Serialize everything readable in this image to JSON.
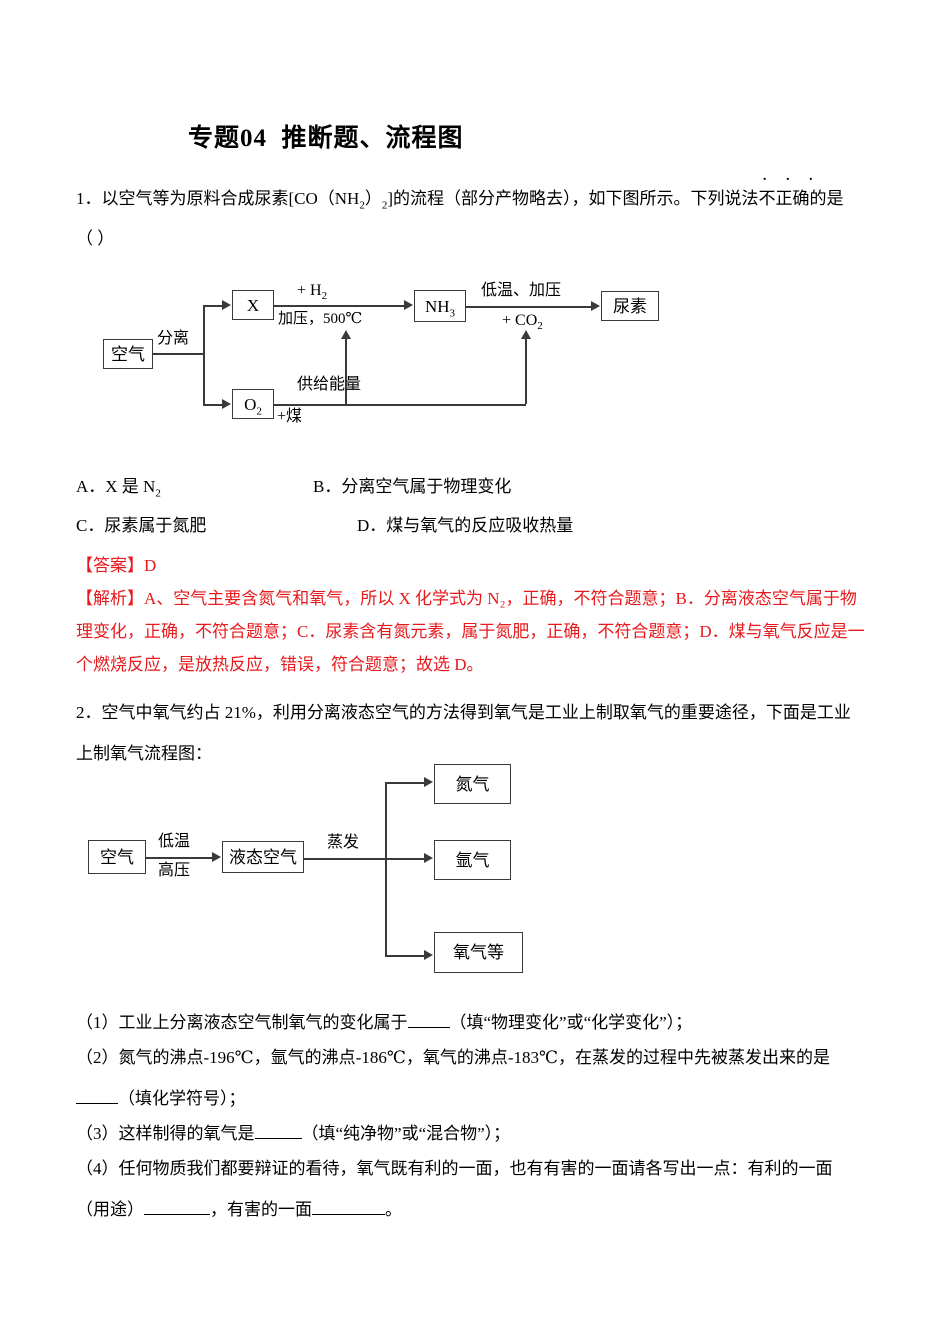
{
  "document": {
    "title": "专题04  推断题、流程图"
  },
  "question1": {
    "number": "1．",
    "line1_a": "以空气等为原料合成尿素[CO（NH",
    "line1_sub1": "2",
    "line1_b": "）",
    "line1_sub2": "2",
    "line1_c": "]的流程（部分产物略去），如下图所示。下列说法",
    "line1_emph": "不正确",
    "line1_d": "的是",
    "line2": "（    ）",
    "options": [
      {
        "key": "A．",
        "text_a": "X 是 N",
        "sub": "2",
        "text_b": ""
      },
      {
        "key": "B．",
        "text_a": "分离空气属于物理变化",
        "sub": "",
        "text_b": ""
      },
      {
        "key": "C．",
        "text_a": "尿素属于氮肥",
        "sub": "",
        "text_b": ""
      },
      {
        "key": "D．",
        "text_a": "煤与氧气的反应吸收热量",
        "sub": "",
        "text_b": ""
      }
    ],
    "answer_label": "【答案】",
    "answer_value": "D",
    "analysis_label": "【解析】",
    "analysis_line1": "A、空气主要含氮气和氧气，所以 X 化学式为 N₂，正确，不符合题意；B．分离液态空气属于物",
    "analysis_line2": "理变化，正确，不符合题意；C．尿素含有氮元素，属于氮肥，正确，不符合题意；D．煤与氧气反应是一",
    "analysis_line3": "个燃烧反应，是放热反应，错误，符合题意；故选 D。"
  },
  "flowchart1": {
    "nodes": {
      "air": "空气",
      "x": "X",
      "o2_text": "O",
      "o2_sub": "2",
      "nh3_text": "NH",
      "nh3_sub": "3",
      "urea": "尿素"
    },
    "labels": {
      "separate": "分离",
      "add_h2_text": "+ H",
      "add_h2_sub": "2",
      "pressure_temp": "加压，500℃",
      "low_temp_pressure": "低温、加压",
      "add_co2_text": "+ CO",
      "add_co2_sub": "2",
      "supply_energy": "供给能量",
      "add_coal": "+煤"
    }
  },
  "question2": {
    "number": "2．",
    "line1": "空气中氧气约占 21%，利用分离液态空气的方法得到氧气是工业上制取氧气的重要途径，下面是工业",
    "line2": "上制氧气流程图：",
    "sub1_key": "（1）",
    "sub1_a": "工业上分离液态空气制氧气的变化属于",
    "sub1_b": "（填“物理变化”或“化学变化”）；",
    "sub2_key": "（2）",
    "sub2_a": "氮气的沸点-196℃，氩气的沸点-186℃，氧气的沸点-183℃，在蒸发的过程中先被蒸发出来的是",
    "sub2_b": "（填化学符号）；",
    "sub3_key": "（3）",
    "sub3_a": "这样制得的氧气是",
    "sub3_b": "（填“纯净物”或“混合物”）；",
    "sub4_key": "（4）",
    "sub4_a": "任何物质我们都要辩证的看待，氧气既有利的一面，也有有害的一面请各写出一点：有利的一面",
    "sub4_b": "（用途）",
    "sub4_c": "，有害的一面",
    "sub4_d": "。"
  },
  "flowchart2": {
    "nodes": {
      "air": "空气",
      "liquid_air": "液态空气",
      "nitrogen": "氮气",
      "argon": "氩气",
      "oxygen": "氧气等"
    },
    "labels": {
      "low_temp": "低温",
      "high_pressure": "高压",
      "evaporate": "蒸发"
    }
  },
  "colors": {
    "answer_red": "#e8191c",
    "line_gray": "#3a3a3a",
    "text_black": "#000000"
  }
}
